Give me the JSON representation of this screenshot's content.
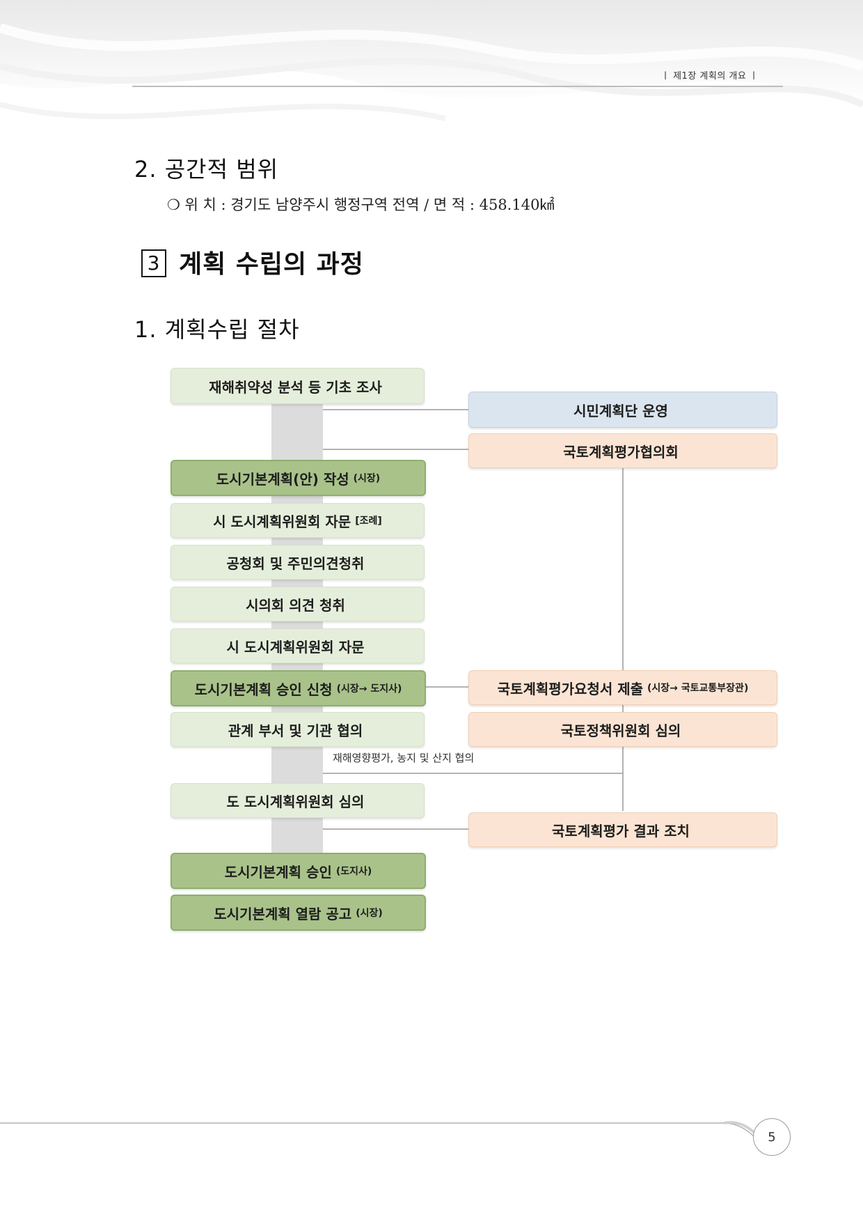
{
  "header": {
    "running_title": "ㅣ 제1장 계획의 개요 ㅣ"
  },
  "section_2": {
    "heading": "2. 공간적 범위",
    "scope_line": "❍ 위 치 :  경기도 남양주시 행정구역 전역 / 면 적 :  458.140㎢"
  },
  "section_3": {
    "number": "3",
    "heading": "계획 수립의 과정"
  },
  "subsection_1": {
    "heading": "1. 계획수립 절차"
  },
  "flowchart": {
    "main_steps": [
      {
        "label": "재해취약성 분석 등 기초 조사",
        "sub": ""
      },
      {
        "label": "도시기본계획(안) 작성",
        "sub": "(시장)"
      },
      {
        "label": "시 도시계획위원회 자문",
        "sub": "[조례]"
      },
      {
        "label": "공청회 및 주민의견청취",
        "sub": ""
      },
      {
        "label": "시의회 의견 청취",
        "sub": ""
      },
      {
        "label": "시 도시계획위원회 자문",
        "sub": ""
      },
      {
        "label": "도시기본계획 승인 신청",
        "sub": "(시장→ 도지사)"
      },
      {
        "label": "관계 부서 및 기관 협의",
        "sub": ""
      },
      {
        "label": "도 도시계획위원회 심의",
        "sub": ""
      },
      {
        "label": "도시기본계획 승인",
        "sub": "(도지사)"
      },
      {
        "label": "도시기본계획 열람 공고",
        "sub": "(시장)"
      }
    ],
    "side_steps": [
      {
        "label": "시민계획단 운영",
        "sub": ""
      },
      {
        "label": "국토계획평가협의회",
        "sub": ""
      },
      {
        "label": "국토계획평가요청서 제출",
        "sub": "(시장→ 국토교통부장관)"
      },
      {
        "label": "국토정책위원회 심의",
        "sub": ""
      },
      {
        "label": "국토계획평가 결과 조치",
        "sub": ""
      }
    ],
    "note": "재해영향평가, 농지 및 산지 협의",
    "colors": {
      "light_green": "#e5eedb",
      "dark_green": "#a9c28a",
      "blue": "#dbe5ef",
      "peach": "#fbe4d3",
      "spine": "#dcdcdc"
    }
  },
  "footer": {
    "page_number": "5"
  }
}
